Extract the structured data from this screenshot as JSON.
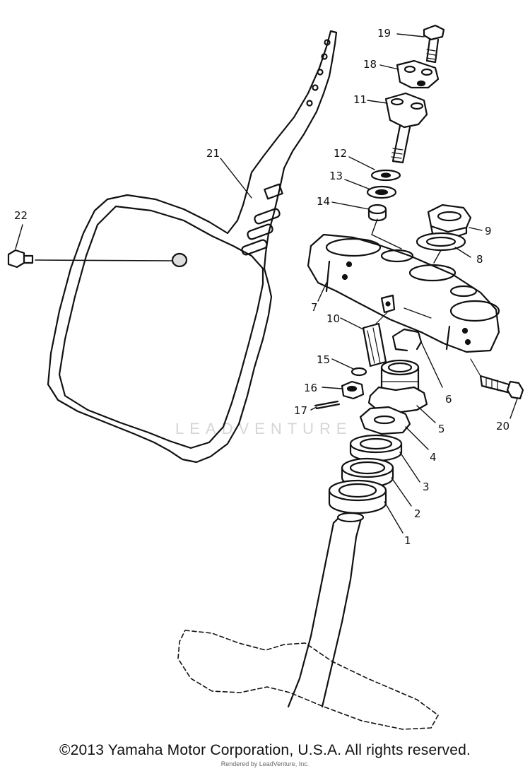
{
  "diagram": {
    "callouts": [
      {
        "id": "1",
        "label": "1"
      },
      {
        "id": "2",
        "label": "2"
      },
      {
        "id": "3",
        "label": "3"
      },
      {
        "id": "4",
        "label": "4"
      },
      {
        "id": "5",
        "label": "5"
      },
      {
        "id": "6",
        "label": "6"
      },
      {
        "id": "7",
        "label": "7"
      },
      {
        "id": "8",
        "label": "8"
      },
      {
        "id": "9",
        "label": "9"
      },
      {
        "id": "10",
        "label": "10"
      },
      {
        "id": "11",
        "label": "11"
      },
      {
        "id": "12",
        "label": "12"
      },
      {
        "id": "13",
        "label": "13"
      },
      {
        "id": "14",
        "label": "14"
      },
      {
        "id": "15",
        "label": "15"
      },
      {
        "id": "16",
        "label": "16"
      },
      {
        "id": "17",
        "label": "17"
      },
      {
        "id": "18",
        "label": "18"
      },
      {
        "id": "19",
        "label": "19"
      },
      {
        "id": "20",
        "label": "20"
      },
      {
        "id": "21",
        "label": "21"
      },
      {
        "id": "22",
        "label": "22"
      }
    ]
  },
  "watermark": "LEADVENTURE",
  "footer": {
    "copyright": "©2013 Yamaha Motor Corporation, U.S.A. All rights reserved.",
    "rendered_by": "Rendered by LeadVenture, Inc."
  }
}
